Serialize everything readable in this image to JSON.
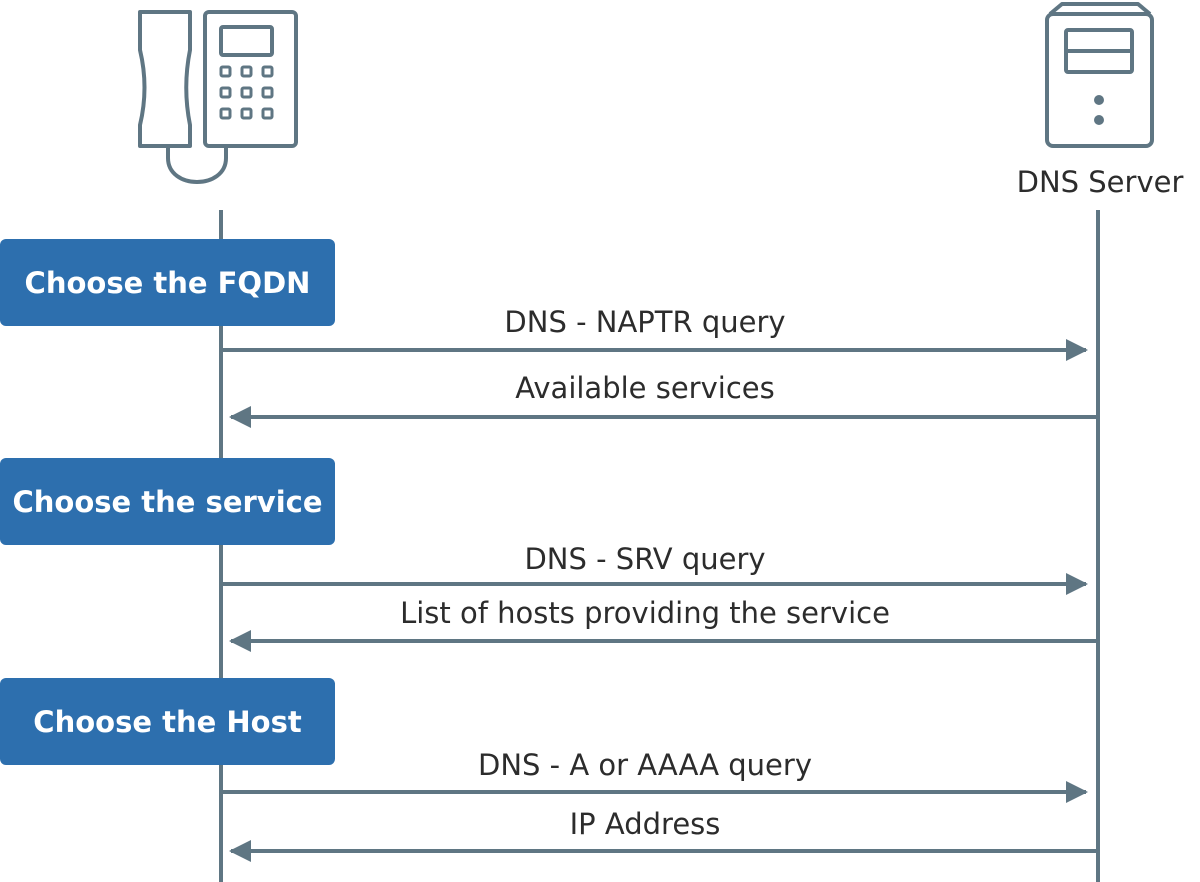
{
  "actors": {
    "client_icon": "desk-phone-icon",
    "server_icon": "server-icon",
    "server_label": "DNS Server"
  },
  "steps": [
    "Choose the FQDN",
    "Choose the service",
    "Choose the Host"
  ],
  "messages": [
    {
      "label": "DNS - NAPTR query",
      "direction": "to-server"
    },
    {
      "label": "Available services",
      "direction": "to-client"
    },
    {
      "label": "DNS - SRV query",
      "direction": "to-server"
    },
    {
      "label": "List of hosts providing the service",
      "direction": "to-client"
    },
    {
      "label": "DNS - A or AAAA query",
      "direction": "to-server"
    },
    {
      "label": "IP Address",
      "direction": "to-client"
    }
  ],
  "colors": {
    "line": "#5f7683",
    "box": "#2d6fae",
    "box_text": "#ffffff",
    "text": "#2c2c2c"
  }
}
